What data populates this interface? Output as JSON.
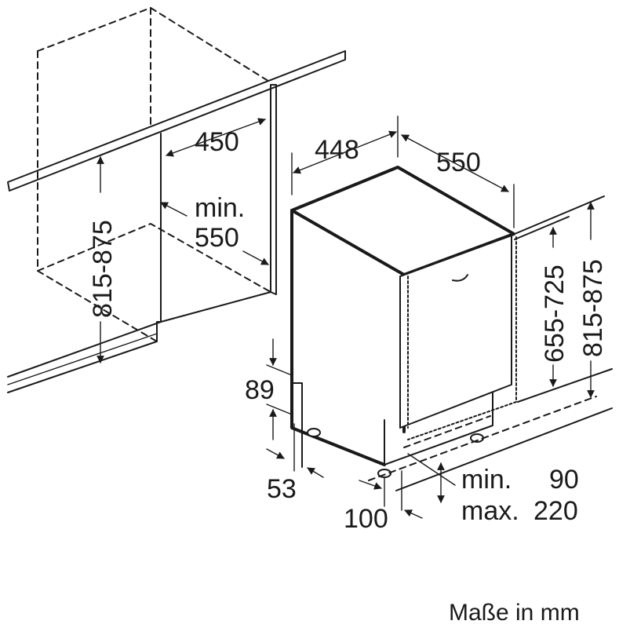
{
  "diagram": {
    "labels": {
      "cabinet_depth": "450",
      "cabinet_width_min_line1": "min.",
      "cabinet_width_min_line2": "550",
      "left_height_range": "815-875",
      "appliance_width": "448",
      "appliance_depth": "550",
      "door_height_range": "655-725",
      "right_height_range": "815-875",
      "toe_height": "89",
      "toe_depth": "53",
      "foot_offset": "100",
      "plinth_min_label": "min.",
      "plinth_min_value": "90",
      "plinth_max_label": "max.",
      "plinth_max_value": "220"
    },
    "footer": {
      "units_note": "Maße in mm"
    }
  }
}
